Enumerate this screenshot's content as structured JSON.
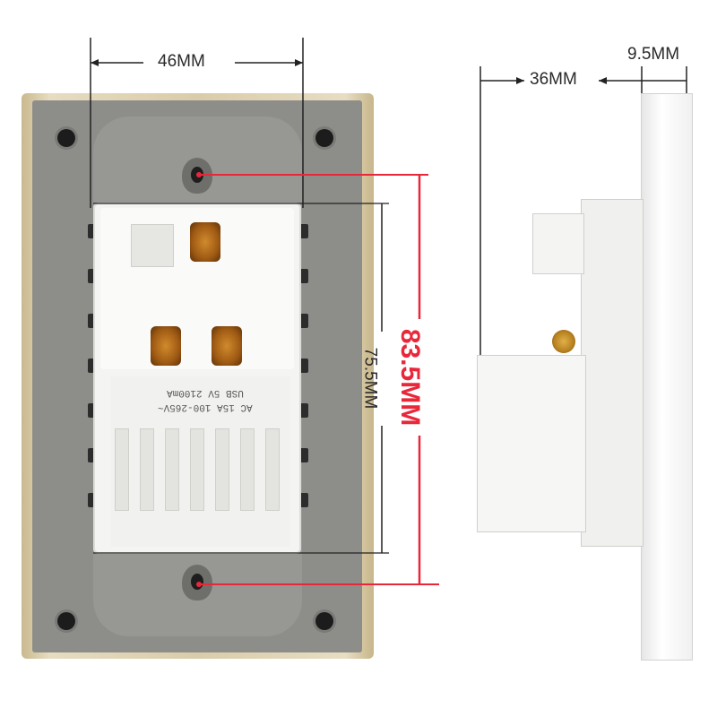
{
  "dimensions": {
    "width_top": "46MM",
    "depth_side": "36MM",
    "plate_thickness": "9.5MM",
    "module_height": "75.5MM",
    "mount_hole_spacing": "83.5MM"
  },
  "module_print": {
    "line1": "AC 15A 100-265V~",
    "line2": "USB 5V 2100mA"
  },
  "colors": {
    "accent_red": "#e8283a",
    "frame_gold": "#d9ccaa",
    "backplate_gray": "#8d8d8a"
  }
}
